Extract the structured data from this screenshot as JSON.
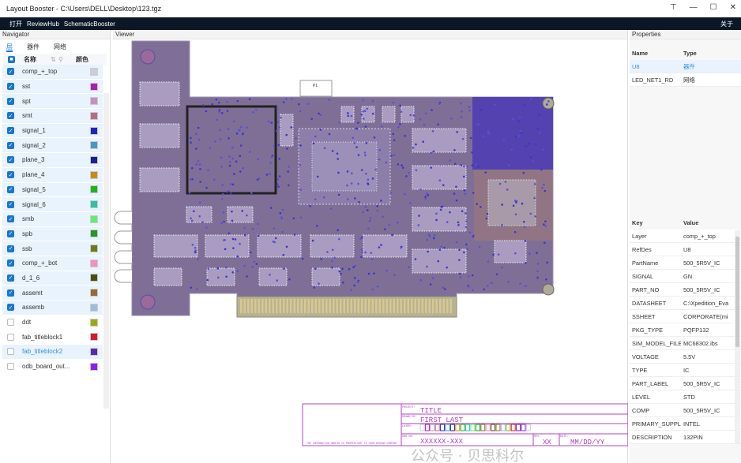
{
  "window": {
    "title": "Layout Booster - C:\\Users\\DELL\\Desktop\\123.tgz",
    "controls": [
      "pin",
      "minimize",
      "maximize",
      "close"
    ]
  },
  "menu": {
    "items": [
      "打开",
      "ReviewHub",
      "SchematicBooster"
    ],
    "about": "关于"
  },
  "navigator": {
    "title": "Navigator",
    "tabs": [
      "层",
      "器件",
      "网络"
    ],
    "columns": {
      "name": "名称",
      "color": "颜色"
    },
    "layers": [
      {
        "name": "comp_+_top",
        "checked": true,
        "color": "#c9ceda"
      },
      {
        "name": "sst",
        "checked": true,
        "color": "#a61fb8"
      },
      {
        "name": "spt",
        "checked": true,
        "color": "#c98fc0"
      },
      {
        "name": "smt",
        "checked": true,
        "color": "#b86a86"
      },
      {
        "name": "signal_1",
        "checked": true,
        "color": "#2323c4"
      },
      {
        "name": "signal_2",
        "checked": true,
        "color": "#4699c0"
      },
      {
        "name": "plane_3",
        "checked": true,
        "color": "#1b2190"
      },
      {
        "name": "plane_4",
        "checked": true,
        "color": "#c88a1a"
      },
      {
        "name": "signal_5",
        "checked": true,
        "color": "#1db41d"
      },
      {
        "name": "signal_6",
        "checked": true,
        "color": "#2bc4a6"
      },
      {
        "name": "smb",
        "checked": true,
        "color": "#5ef06a"
      },
      {
        "name": "spb",
        "checked": true,
        "color": "#229a22"
      },
      {
        "name": "ssb",
        "checked": true,
        "color": "#6e7a14"
      },
      {
        "name": "comp_+_bot",
        "checked": true,
        "color": "#f58fbf"
      },
      {
        "name": "d_1_6",
        "checked": true,
        "color": "#48500f"
      },
      {
        "name": "assemt",
        "checked": true,
        "color": "#9a6a2a"
      },
      {
        "name": "assemb",
        "checked": true,
        "color": "#9dbde0"
      },
      {
        "name": "ddt",
        "checked": false,
        "color": "#98aa10"
      },
      {
        "name": "fab_titleblock1",
        "checked": false,
        "color": "#d41a2a"
      },
      {
        "name": "fab_titleblock2",
        "checked": false,
        "color": "#5a2ab0",
        "selected": true
      },
      {
        "name": "odb_board_out...",
        "checked": false,
        "color": "#8a20f0"
      }
    ]
  },
  "viewer": {
    "title": "Viewer",
    "titleblock": {
      "project_label": "PROJECT:",
      "project": "TITLE",
      "drawn_label": "DRAWN BY:",
      "drawn": "FIRST LAST",
      "layer_label": "LAYER:",
      "dwg_label": "DWG NO:",
      "dwg": "XXXXXX-XXX",
      "rev_label": "REV:",
      "rev": "XX",
      "date_label": "DATE:",
      "date": "MM/DD/YY",
      "notice": "THE INFORMATION HEREIN IS PROPRIETARY TO YOUR DESIGN COMPANY"
    },
    "connector_label": "P1",
    "watermark": "公众号 · 贝思科尔"
  },
  "properties": {
    "title": "Properties",
    "columns": {
      "name": "Name",
      "type": "Type"
    },
    "items": [
      {
        "name": "U8",
        "type": "器件",
        "selected": true
      },
      {
        "name": "LED_NET1_RD",
        "type": "网络"
      }
    ],
    "kv_columns": {
      "key": "Key",
      "value": "Value"
    },
    "attributes": [
      {
        "key": "Layer",
        "value": "comp_+_top"
      },
      {
        "key": "RefDes",
        "value": "U8"
      },
      {
        "key": "PartName",
        "value": "500_5R5V_IC"
      },
      {
        "key": "SIGNAL",
        "value": "GN"
      },
      {
        "key": "PART_NO",
        "value": "500_5R5V_IC"
      },
      {
        "key": "DATASHEET",
        "value": "C:\\Xpedition_Eval..."
      },
      {
        "key": "SSHEET",
        "value": "CORPORATE(micr..."
      },
      {
        "key": "PKG_TYPE",
        "value": "PQFP132"
      },
      {
        "key": "SIM_MODEL_FILE",
        "value": "MC68302.ibs"
      },
      {
        "key": "VOLTAGE",
        "value": "5.5V"
      },
      {
        "key": "TYPE",
        "value": "IC"
      },
      {
        "key": "PART_LABEL",
        "value": "500_5R5V_IC"
      },
      {
        "key": "LEVEL",
        "value": "STD"
      },
      {
        "key": "COMP",
        "value": "500_5R5V_IC"
      },
      {
        "key": "PRIMARY_SUPPLI...",
        "value": "INTEL"
      },
      {
        "key": "DESCRIPTION",
        "value": "132PIN"
      }
    ]
  }
}
